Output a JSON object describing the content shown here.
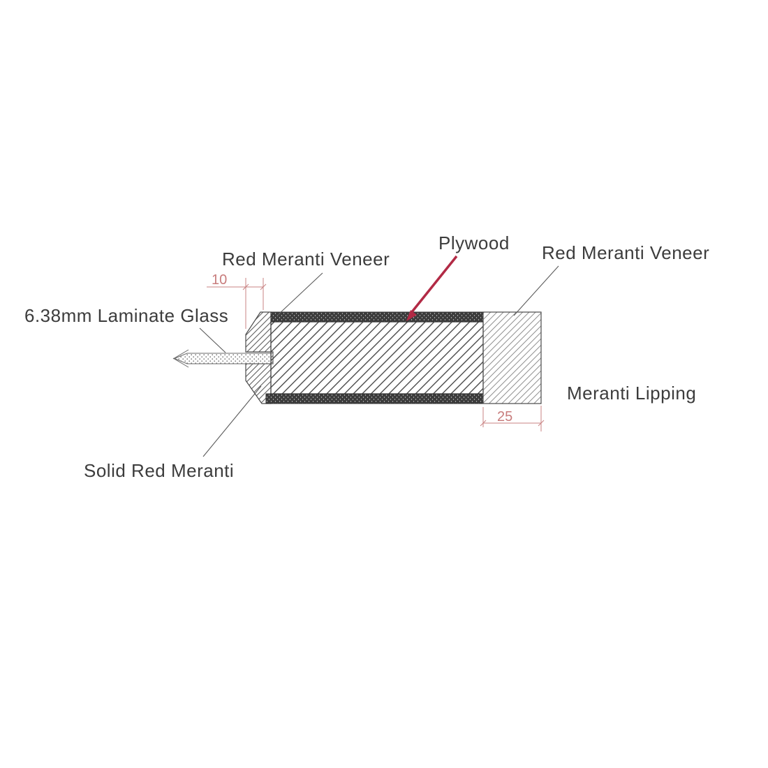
{
  "diagram": {
    "type": "door-edge-cross-section",
    "labels": {
      "veneer_left": "Red Meranti Veneer",
      "plywood": "Plywood",
      "veneer_right": "Red Meranti Veneer",
      "glass": "6.38mm Laminate Glass",
      "lipping": "Meranti Lipping",
      "solid": "Solid Red Meranti"
    },
    "dimensions": {
      "nose_width": "10",
      "lipping_width": "25"
    },
    "colors": {
      "label": "#3c3c3c",
      "dimension": "#c87c7c",
      "arrow": "#b22a45",
      "leader_line": "#5a5a5a"
    }
  }
}
